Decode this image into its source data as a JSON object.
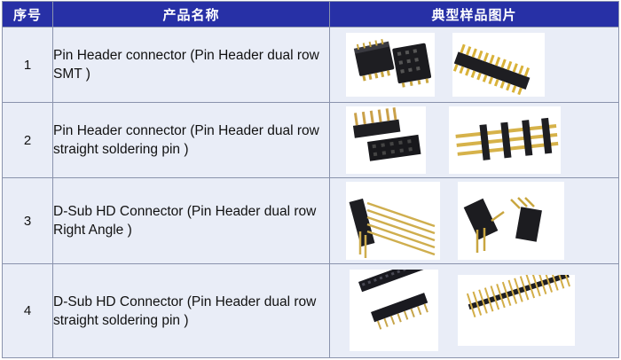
{
  "table": {
    "headers": [
      "序号",
      "产品名称",
      "典型样品图片"
    ],
    "rows": [
      {
        "no": "1",
        "name": "Pin Header connector (Pin Header dual row SMT )",
        "images": [
          "smt-dual-row-header-photo",
          "smt-dual-row-long-header-photo"
        ]
      },
      {
        "no": "2",
        "name": "Pin Header connector (Pin Header dual row straight soldering pin  )",
        "images": [
          "straight-dual-row-header-photo",
          "straight-pin-header-side-photo"
        ]
      },
      {
        "no": "3",
        "name": "D-Sub HD Connector (Pin Header dual row Right Angle )",
        "images": [
          "right-angle-header-photo",
          "right-angle-header-pair-photo"
        ]
      },
      {
        "no": "4",
        "name": "D-Sub HD Connector (Pin Header dual row straight soldering pin )",
        "images": [
          "dual-row-socket-strip-photo",
          "single-row-long-header-photo"
        ]
      }
    ]
  },
  "colors": {
    "header_bg": "#2730a6",
    "row_bg": "#e9edf7",
    "border": "#8a93ad"
  }
}
